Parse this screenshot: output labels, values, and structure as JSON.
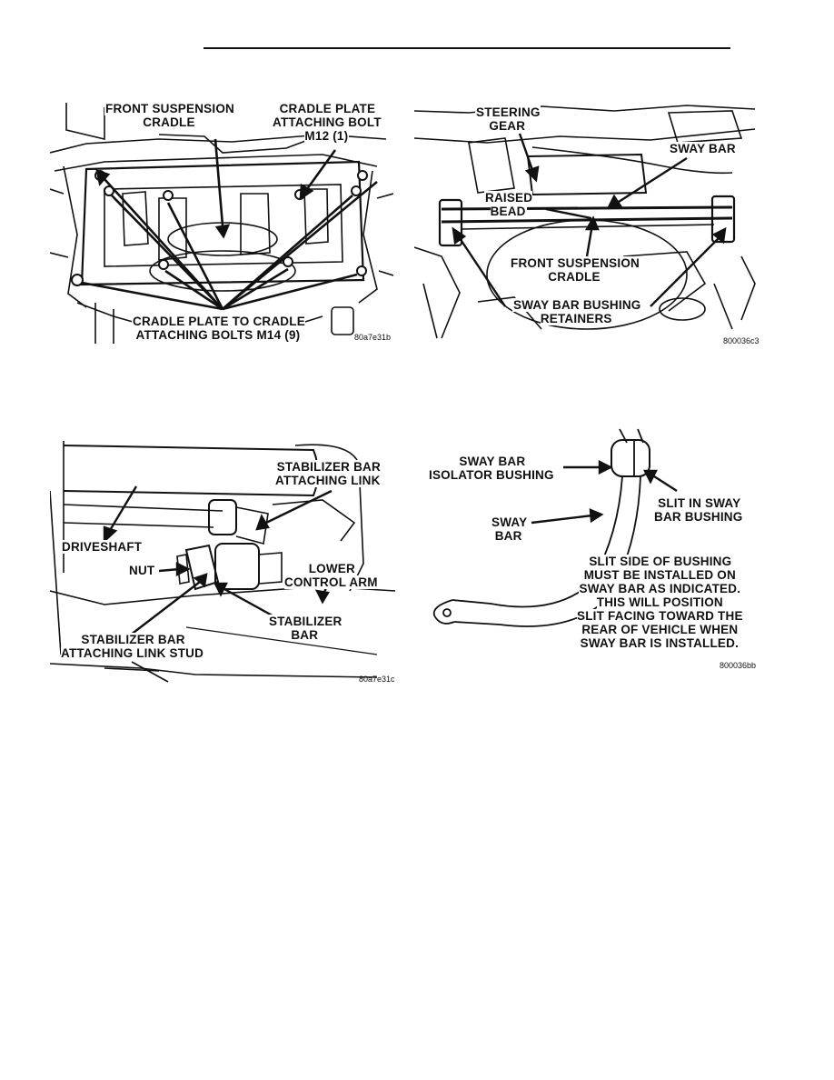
{
  "figures": [
    {
      "id": "fig1",
      "labels": {
        "cradle": "FRONT SUSPENSION\nCRADLE",
        "plate_bolt": "CRADLE PLATE\nATTACHING BOLT\nM12 (1)",
        "bolts": "CRADLE PLATE TO CRADLE\nATTACHING BOLTS M14 (9)"
      },
      "code": "80a7e31b"
    },
    {
      "id": "fig2",
      "labels": {
        "steering_gear": "STEERING\nGEAR",
        "sway_bar": "SWAY BAR",
        "raised_bead": "RAISED\nBEAD",
        "cradle": "FRONT SUSPENSION\nCRADLE",
        "retainers": "SWAY BAR BUSHING\nRETAINERS"
      },
      "code": "800036c3"
    },
    {
      "id": "fig3",
      "labels": {
        "link": "STABILIZER BAR\nATTACHING LINK",
        "driveshaft": "DRIVESHAFT",
        "nut": "NUT",
        "lower_arm": "LOWER\nCONTROL ARM",
        "stab_bar": "STABILIZER\nBAR",
        "link_stud": "STABILIZER BAR\nATTACHING LINK STUD"
      },
      "code": "80a7e31c"
    },
    {
      "id": "fig4",
      "labels": {
        "isolator": "SWAY BAR\nISOLATOR BUSHING",
        "slit": "SLIT IN SWAY\nBAR BUSHING",
        "sway_bar": "SWAY\nBAR",
        "note": "SLIT SIDE OF BUSHING\nMUST BE INSTALLED ON\nSWAY BAR AS INDICATED.\nTHIS WILL POSITION\nSLIT FACING TOWARD THE\nREAR OF VEHICLE WHEN\nSWAY BAR IS INSTALLED."
      },
      "code": "800036bb"
    }
  ]
}
